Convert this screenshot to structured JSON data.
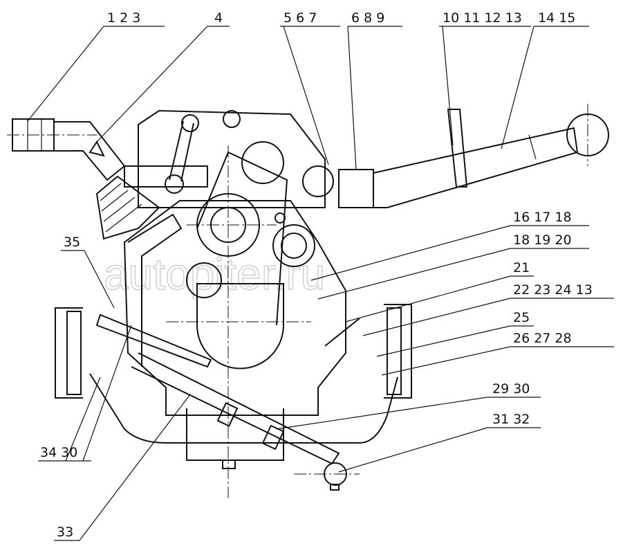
{
  "watermark": "autopiter.ru",
  "callouts": [
    {
      "id": "c1",
      "text": "1  2  3"
    },
    {
      "id": "c2",
      "text": "4"
    },
    {
      "id": "c3",
      "text": "5  6  7"
    },
    {
      "id": "c4",
      "text": "6  8  9"
    },
    {
      "id": "c5",
      "text": "10 11 12 13"
    },
    {
      "id": "c6",
      "text": "14  15"
    },
    {
      "id": "c7",
      "text": "16  17  18"
    },
    {
      "id": "c8",
      "text": "18  19  20"
    },
    {
      "id": "c9",
      "text": "21"
    },
    {
      "id": "c10",
      "text": "22 23 24 13"
    },
    {
      "id": "c11",
      "text": "25"
    },
    {
      "id": "c12",
      "text": "26  27  28"
    },
    {
      "id": "c13",
      "text": "29  30"
    },
    {
      "id": "c14",
      "text": "31  32"
    },
    {
      "id": "c15",
      "text": "35"
    },
    {
      "id": "c16",
      "text": "34  30"
    },
    {
      "id": "c17",
      "text": "33"
    }
  ]
}
